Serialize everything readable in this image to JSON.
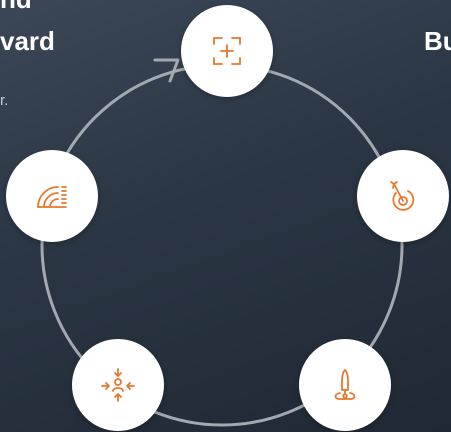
{
  "left_heading": {
    "line1": "nd",
    "line2": "vard",
    "line3": "r."
  },
  "right_heading": "Bu",
  "colors": {
    "accent": "#e8782a",
    "ring": "#a3a9b0",
    "background": "#2b3644",
    "node_fill": "#ffffff"
  },
  "cycle_nodes": [
    {
      "id": "top",
      "icon": "focus-plus-icon"
    },
    {
      "id": "right",
      "icon": "target-arrow-icon"
    },
    {
      "id": "bottom-right",
      "icon": "paintbrush-icon"
    },
    {
      "id": "bottom-left",
      "icon": "converge-person-icon"
    },
    {
      "id": "left",
      "icon": "signal-bars-icon"
    }
  ]
}
